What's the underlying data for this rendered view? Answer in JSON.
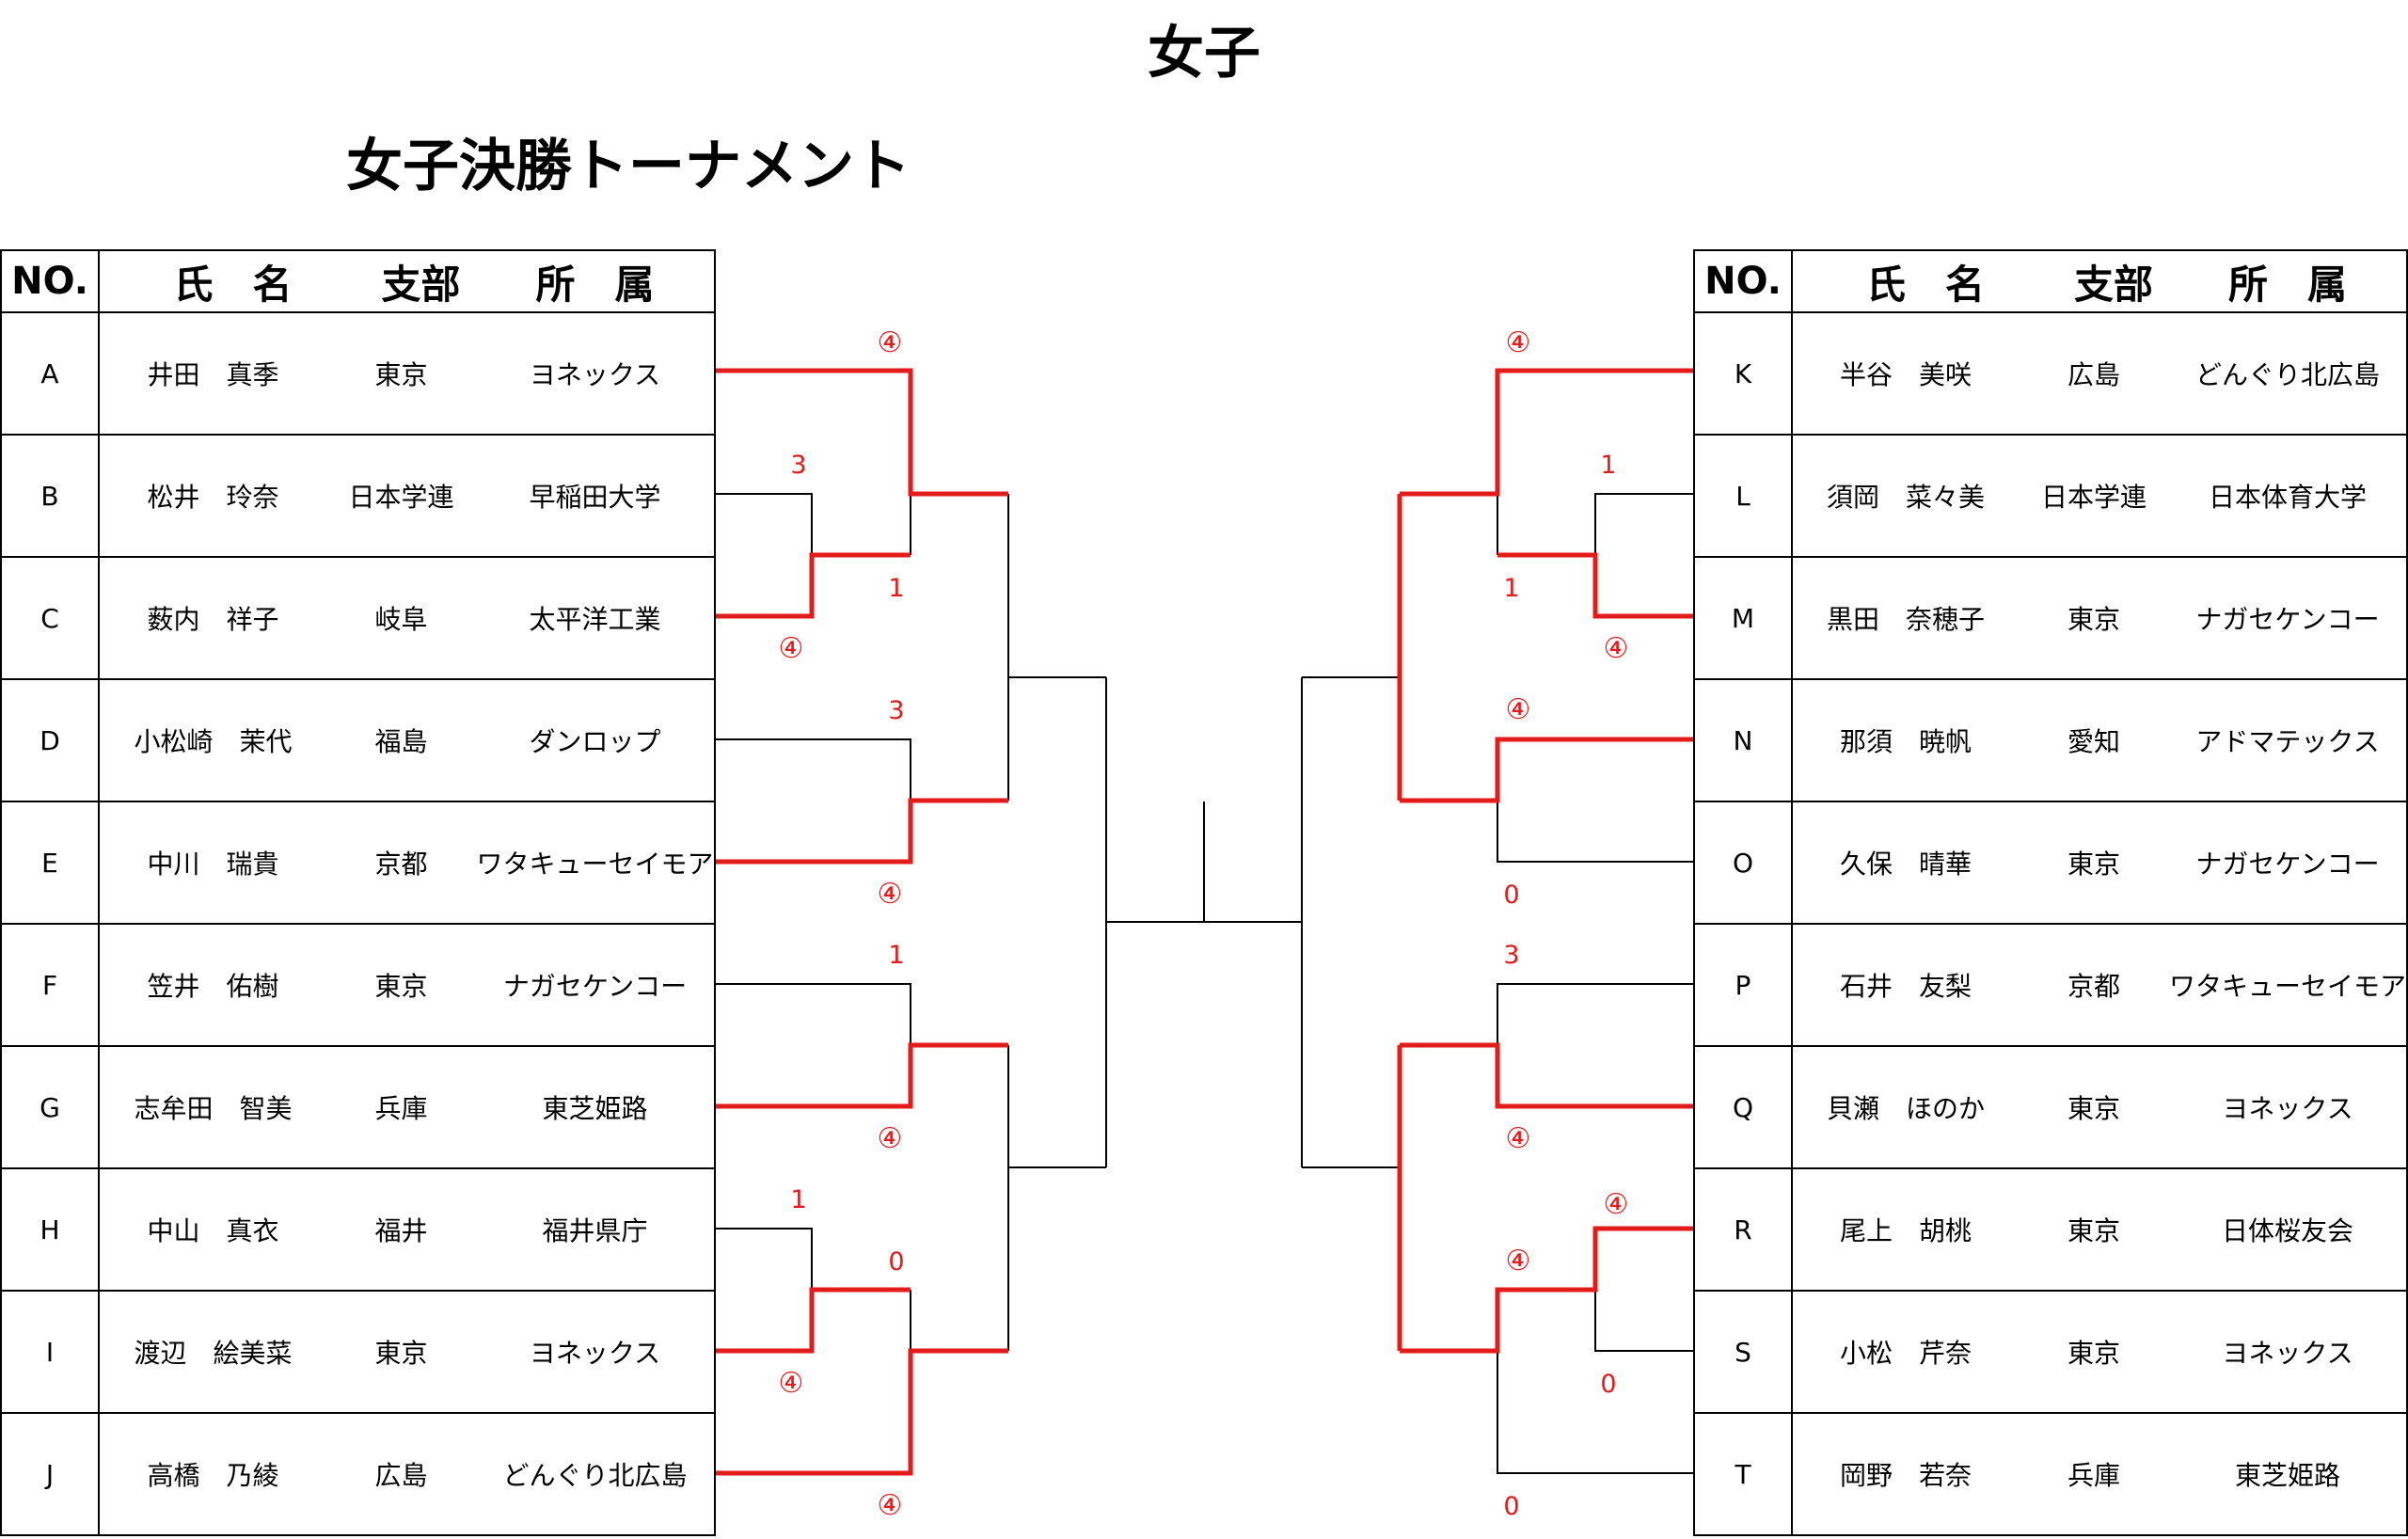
{
  "title": "女子",
  "subtitle": "女子決勝トーナメント",
  "header": {
    "no": "NO.",
    "name": "氏　名",
    "dept": "支部",
    "affiliation": "所　属"
  },
  "left_entries": [
    {
      "no": "A",
      "name": "井田　真季",
      "dept": "東京",
      "affiliation": "ヨネックス"
    },
    {
      "no": "B",
      "name": "松井　玲奈",
      "dept": "日本学連",
      "affiliation": "早稲田大学"
    },
    {
      "no": "C",
      "name": "薮内　祥子",
      "dept": "岐阜",
      "affiliation": "太平洋工業"
    },
    {
      "no": "D",
      "name": "小松崎　茉代",
      "dept": "福島",
      "affiliation": "ダンロップ"
    },
    {
      "no": "E",
      "name": "中川　瑞貴",
      "dept": "京都",
      "affiliation": "ワタキューセイモア"
    },
    {
      "no": "F",
      "name": "笠井　佑樹",
      "dept": "東京",
      "affiliation": "ナガセケンコー"
    },
    {
      "no": "G",
      "name": "志牟田　智美",
      "dept": "兵庫",
      "affiliation": "東芝姫路"
    },
    {
      "no": "H",
      "name": "中山　真衣",
      "dept": "福井",
      "affiliation": "福井県庁"
    },
    {
      "no": "I",
      "name": "渡辺　絵美菜",
      "dept": "東京",
      "affiliation": "ヨネックス"
    },
    {
      "no": "J",
      "name": "高橋　乃綾",
      "dept": "広島",
      "affiliation": "どんぐり北広島"
    }
  ],
  "right_entries": [
    {
      "no": "K",
      "name": "半谷　美咲",
      "dept": "広島",
      "affiliation": "どんぐり北広島"
    },
    {
      "no": "L",
      "name": "須岡　菜々美",
      "dept": "日本学連",
      "affiliation": "日本体育大学"
    },
    {
      "no": "M",
      "name": "黒田　奈穂子",
      "dept": "東京",
      "affiliation": "ナガセケンコー"
    },
    {
      "no": "N",
      "name": "那須　暁帆",
      "dept": "愛知",
      "affiliation": "アドマテックス"
    },
    {
      "no": "O",
      "name": "久保　晴華",
      "dept": "東京",
      "affiliation": "ナガセケンコー"
    },
    {
      "no": "P",
      "name": "石井　友梨",
      "dept": "京都",
      "affiliation": "ワタキューセイモア"
    },
    {
      "no": "Q",
      "name": "貝瀬　ほのか",
      "dept": "東京",
      "affiliation": "ヨネックス"
    },
    {
      "no": "R",
      "name": "尾上　胡桃",
      "dept": "東京",
      "affiliation": "日体桜友会"
    },
    {
      "no": "S",
      "name": "小松　芹奈",
      "dept": "東京",
      "affiliation": "ヨネックス"
    },
    {
      "no": "T",
      "name": "岡野　若奈",
      "dept": "兵庫",
      "affiliation": "東芝姫路"
    }
  ],
  "scores": {
    "left": [
      {
        "match": "B-C",
        "top": "3",
        "bottom": "④"
      },
      {
        "match": "A-BC",
        "top": "④",
        "bottom": "1"
      },
      {
        "match": "D-E",
        "top": "3",
        "bottom": "④"
      },
      {
        "match": "F-G",
        "top": "1",
        "bottom": "④"
      },
      {
        "match": "H-I",
        "top": "1",
        "bottom": "④"
      },
      {
        "match": "HI-J",
        "top": "0",
        "bottom": "④"
      }
    ],
    "right": [
      {
        "match": "L-M",
        "top": "1",
        "bottom": "④"
      },
      {
        "match": "K-LM",
        "top": "④",
        "bottom": "1"
      },
      {
        "match": "N-O",
        "top": "④",
        "bottom": "0"
      },
      {
        "match": "P-Q",
        "top": "3",
        "bottom": "④"
      },
      {
        "match": "R-S",
        "top": "④",
        "bottom": "0"
      },
      {
        "match": "RS-T",
        "top": "④",
        "bottom": "0"
      }
    ]
  },
  "colors": {
    "winner_line": "#e31b1b",
    "line": "#000000",
    "score": "#e31b1b"
  }
}
